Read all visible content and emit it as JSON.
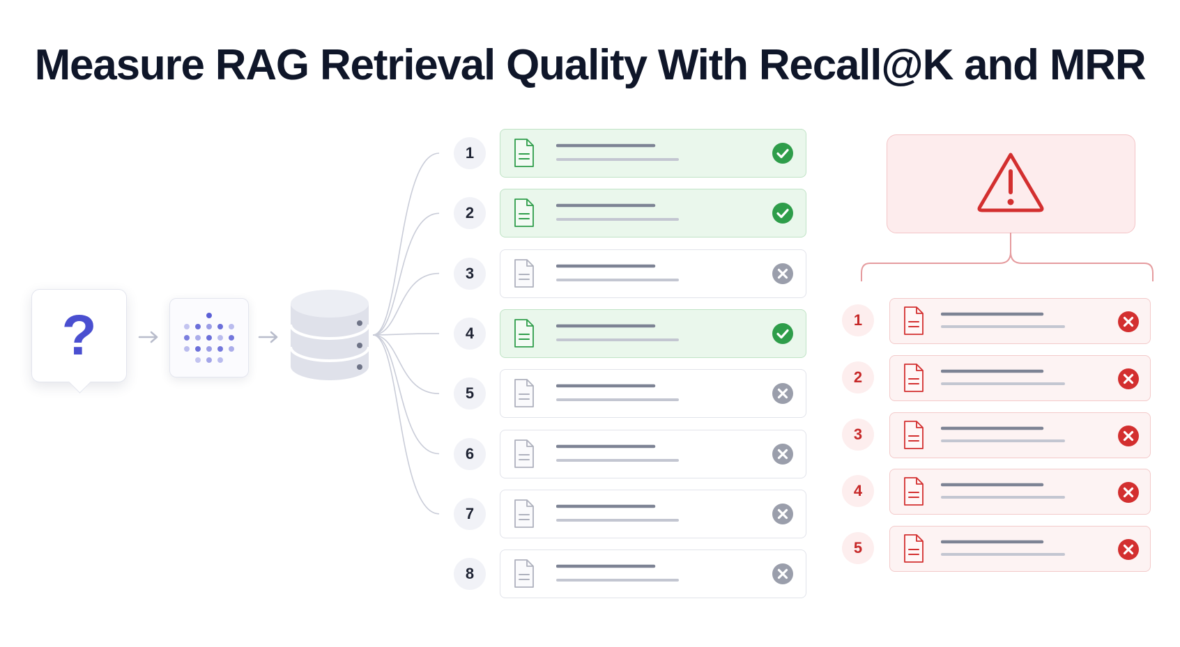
{
  "title": "Measure RAG Retrieval Quality With Recall@K and MRR",
  "icons": {
    "query": "question-mark-icon",
    "embedding": "embedding-grid-icon",
    "database": "database-icon",
    "document": "document-icon",
    "relevant_status": "check-circle-icon",
    "irrelevant_status": "x-circle-icon",
    "warning": "warning-triangle-icon"
  },
  "query_glyph": "?",
  "colors": {
    "relevant": "#2e9d4a",
    "irrelevant": "#9a9eab",
    "failure": "#d32f2f",
    "query": "#4a4fd0"
  },
  "ranked_results": [
    {
      "rank": "1",
      "relevant": true
    },
    {
      "rank": "2",
      "relevant": true
    },
    {
      "rank": "3",
      "relevant": false
    },
    {
      "rank": "4",
      "relevant": true
    },
    {
      "rank": "5",
      "relevant": false
    },
    {
      "rank": "6",
      "relevant": false
    },
    {
      "rank": "7",
      "relevant": false
    },
    {
      "rank": "8",
      "relevant": false
    }
  ],
  "failed_results": [
    {
      "rank": "1",
      "relevant": false
    },
    {
      "rank": "2",
      "relevant": false
    },
    {
      "rank": "3",
      "relevant": false
    },
    {
      "rank": "4",
      "relevant": false
    },
    {
      "rank": "5",
      "relevant": false
    }
  ]
}
